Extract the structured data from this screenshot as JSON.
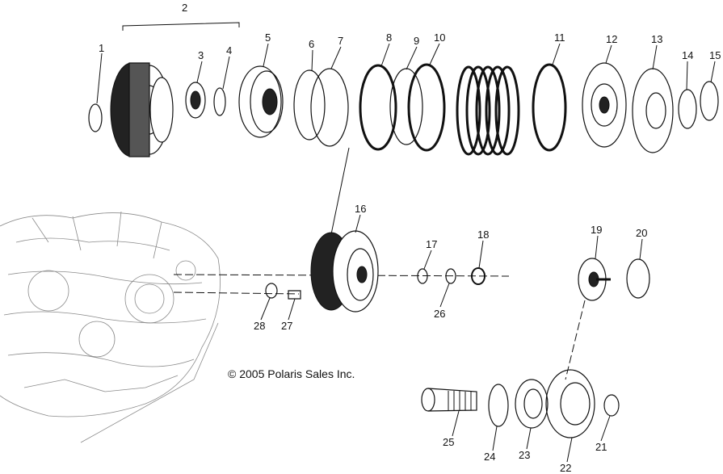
{
  "copyright": "© 2005 Polaris Sales Inc.",
  "callouts": [
    {
      "id": "1",
      "label": "1"
    },
    {
      "id": "2",
      "label": "2"
    },
    {
      "id": "3",
      "label": "3"
    },
    {
      "id": "4",
      "label": "4"
    },
    {
      "id": "5",
      "label": "5"
    },
    {
      "id": "6",
      "label": "6"
    },
    {
      "id": "7",
      "label": "7"
    },
    {
      "id": "8",
      "label": "8"
    },
    {
      "id": "9",
      "label": "9"
    },
    {
      "id": "10",
      "label": "10"
    },
    {
      "id": "11",
      "label": "11"
    },
    {
      "id": "12",
      "label": "12"
    },
    {
      "id": "13",
      "label": "13"
    },
    {
      "id": "14",
      "label": "14"
    },
    {
      "id": "15",
      "label": "15"
    },
    {
      "id": "16",
      "label": "16"
    },
    {
      "id": "17",
      "label": "17"
    },
    {
      "id": "18",
      "label": "18"
    },
    {
      "id": "19",
      "label": "19"
    },
    {
      "id": "20",
      "label": "20"
    },
    {
      "id": "21",
      "label": "21"
    },
    {
      "id": "22",
      "label": "22"
    },
    {
      "id": "23",
      "label": "23"
    },
    {
      "id": "24",
      "label": "24"
    },
    {
      "id": "25",
      "label": "25"
    },
    {
      "id": "26",
      "label": "26"
    },
    {
      "id": "27",
      "label": "27"
    },
    {
      "id": "28",
      "label": "28"
    }
  ]
}
